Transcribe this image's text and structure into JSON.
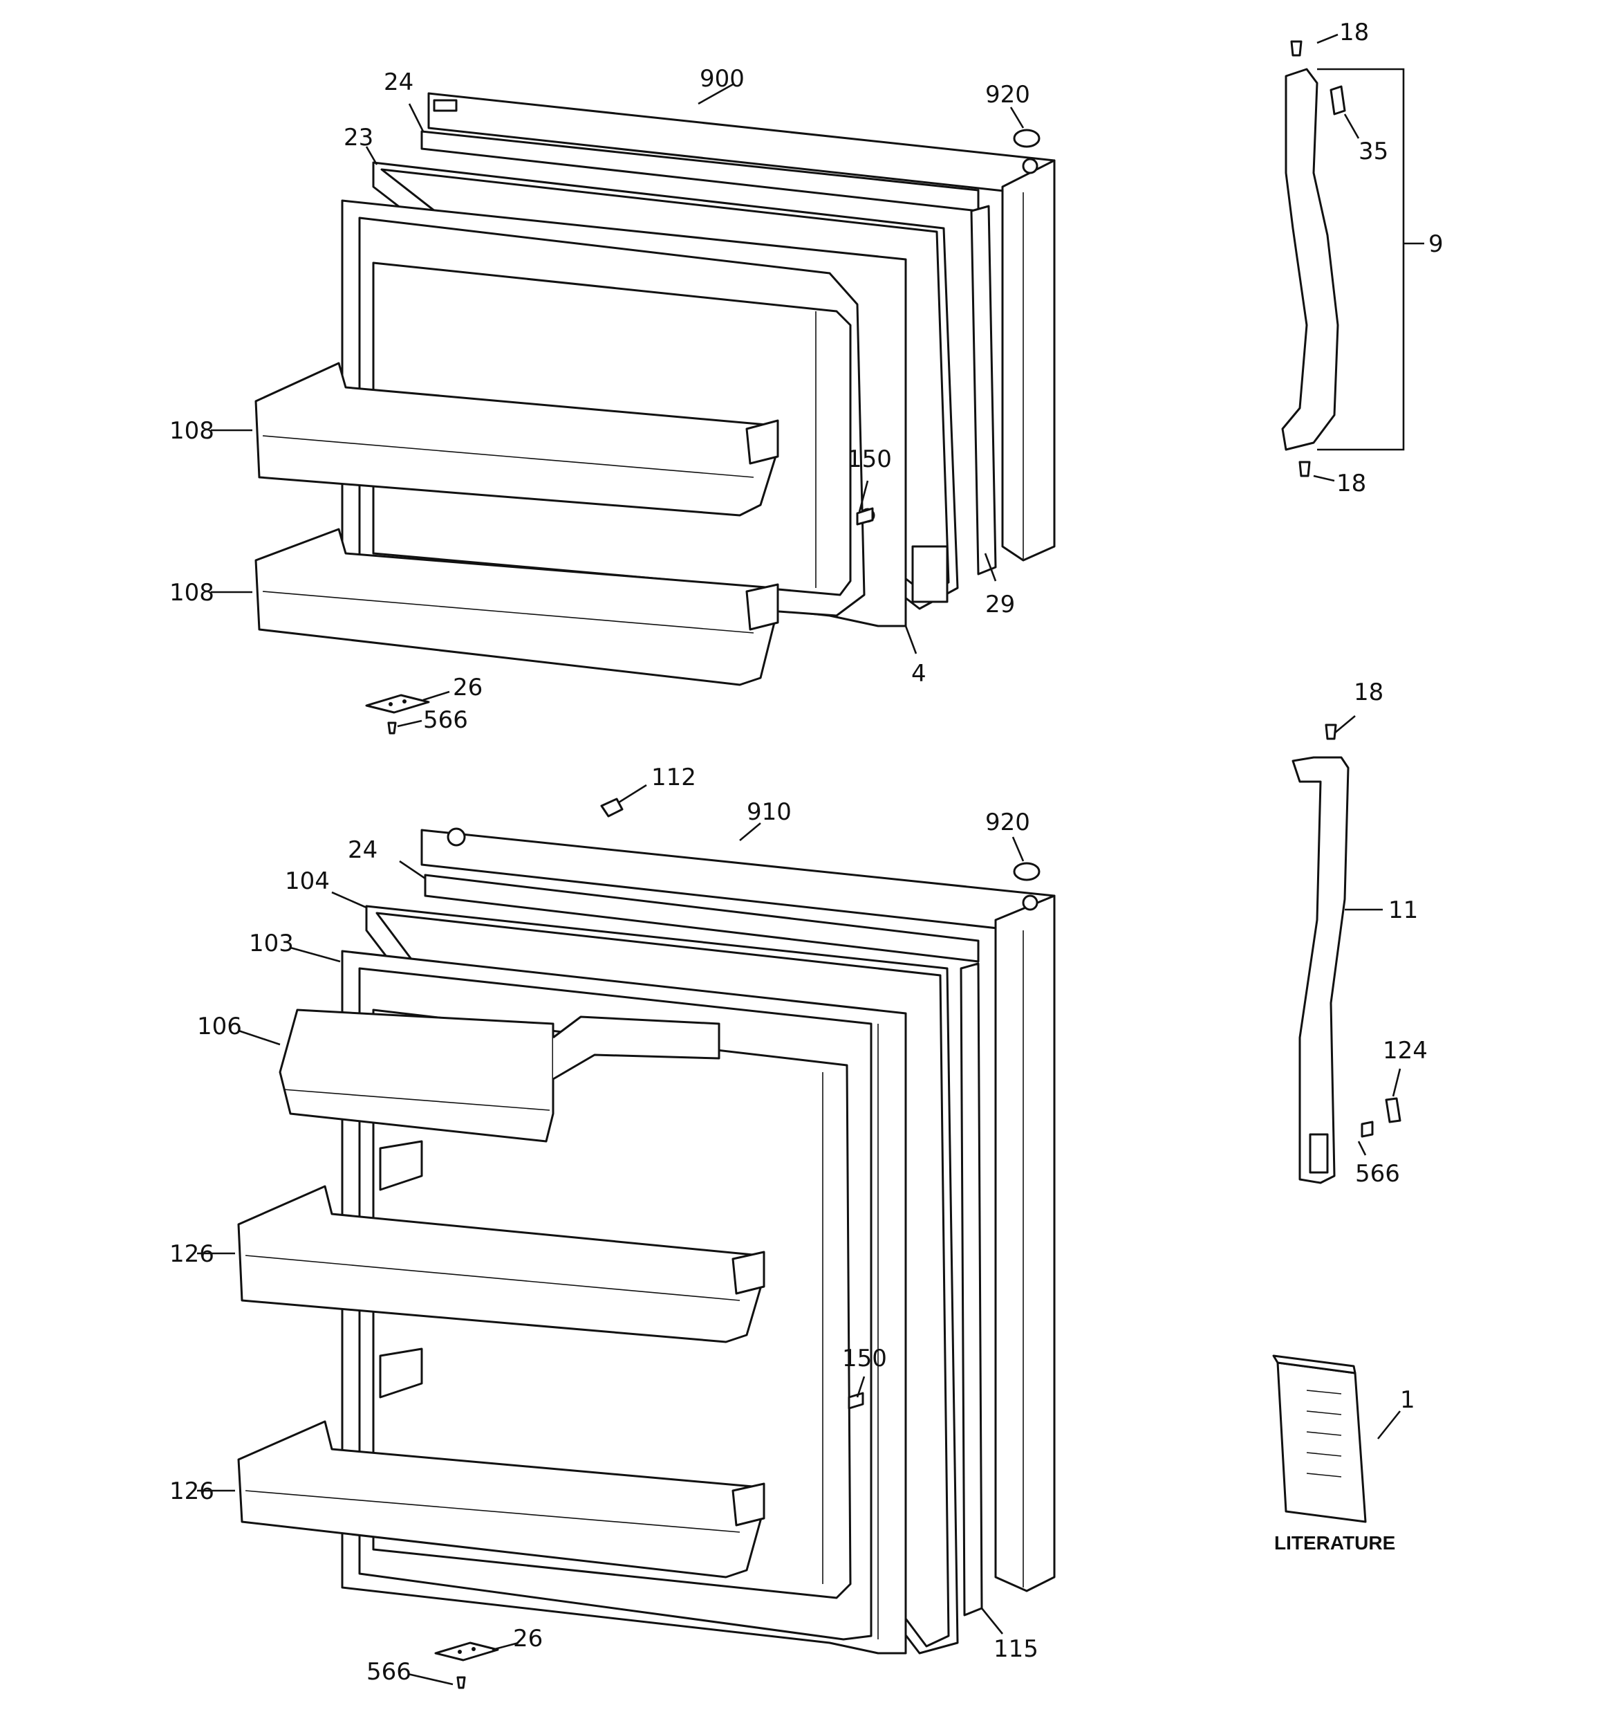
{
  "callouts": {
    "n18a": "18",
    "n35": "35",
    "n9": "9",
    "n18b": "18",
    "n900": "900",
    "n920a": "920",
    "n24a": "24",
    "n23": "23",
    "n108a": "108",
    "n108b": "108",
    "n150a": "150",
    "n29": "29",
    "n4": "4",
    "n26a": "26",
    "n566a": "566",
    "n18c": "18",
    "n11": "11",
    "n124": "124",
    "n566b": "566",
    "n112": "112",
    "n910": "910",
    "n920b": "920",
    "n24b": "24",
    "n104": "104",
    "n103": "103",
    "n106": "106",
    "n126a": "126",
    "n126b": "126",
    "n150b": "150",
    "n1": "1",
    "n115": "115",
    "n26b": "26",
    "n566c": "566"
  },
  "literature_label": "LITERATURE"
}
